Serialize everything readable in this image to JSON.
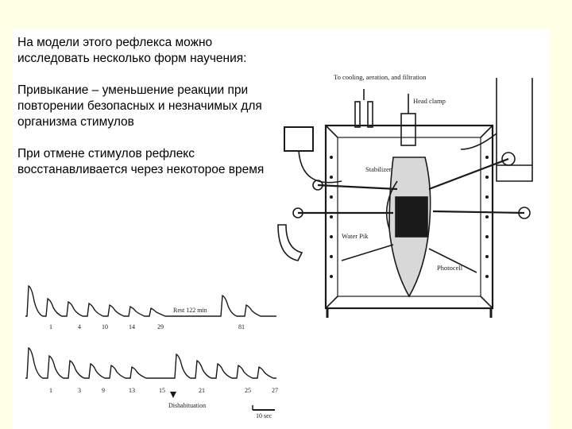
{
  "slide": {
    "paragraphs": [
      "На модели этого рефлекса можно исследовать несколько форм научения:",
      "Привыкание – уменьшение реакции при повторении безопасных и незначимых для организма стимулов",
      "При отмене стимулов рефлекс восстанавливается через некоторое время"
    ]
  },
  "apparatus": {
    "labels": {
      "cooling": "To cooling, aeration, and filtration",
      "head_clamp": "Head clamp",
      "stabilizer": "Stabilizer",
      "water_pik": "Water Pik",
      "photocell": "Photocell"
    }
  },
  "traces": {
    "row1": {
      "stimulus_numbers": [
        "1",
        "4",
        "10",
        "14",
        "29",
        "81"
      ],
      "rest_label": "Rest 122 min"
    },
    "row2": {
      "stimulus_numbers": [
        "1",
        "3",
        "9",
        "13",
        "15",
        "21",
        "25",
        "27"
      ],
      "dishabituation_label": "Dishabituation",
      "scale_label": "10 sec"
    }
  },
  "colors": {
    "background": "#ffffe5",
    "slide": "#ffffff",
    "ink": "#1a1a1a"
  }
}
